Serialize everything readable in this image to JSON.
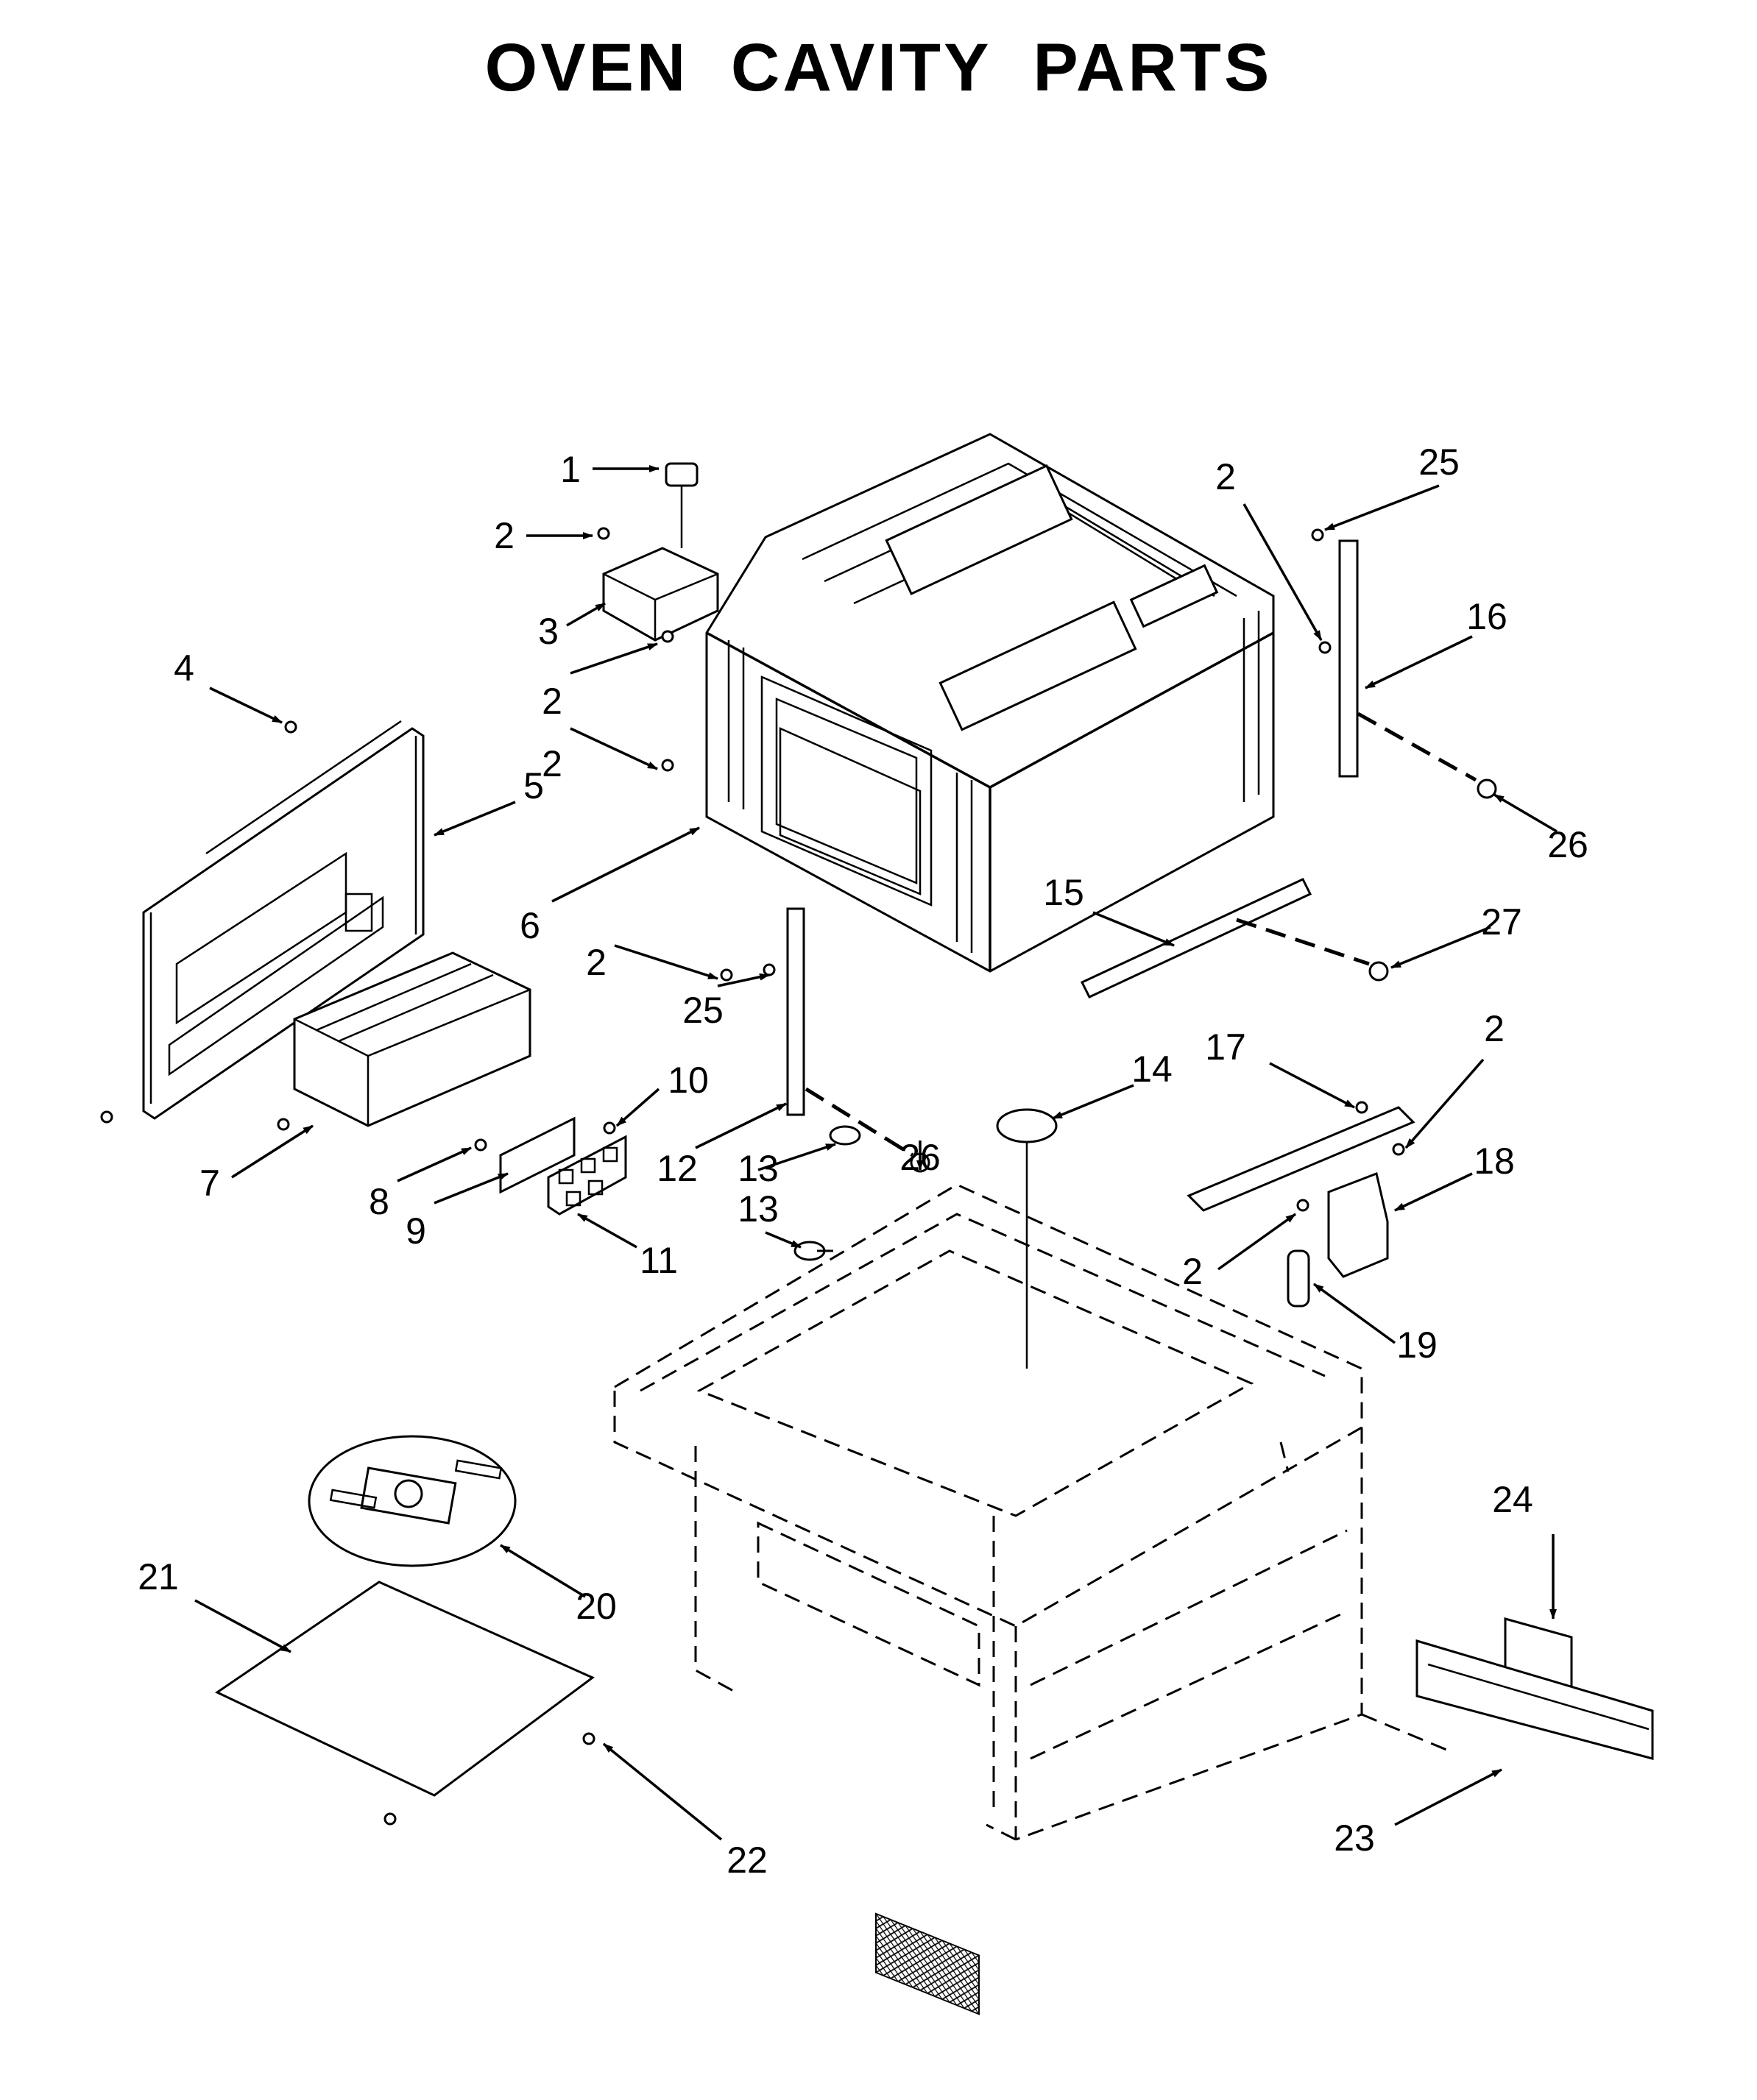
{
  "title": "OVEN CAVITY PARTS",
  "callouts": [
    {
      "label": "1",
      "part": "1"
    },
    {
      "label": "2",
      "part": "2"
    },
    {
      "label": "3",
      "part": "3"
    },
    {
      "label": "2",
      "part": "2"
    },
    {
      "label": "4",
      "part": "4"
    },
    {
      "label": "5",
      "part": "5"
    },
    {
      "label": "2",
      "part": "2"
    },
    {
      "label": "6",
      "part": "6"
    },
    {
      "label": "2",
      "part": "2"
    },
    {
      "label": "25",
      "part": "25"
    },
    {
      "label": "7",
      "part": "7"
    },
    {
      "label": "8",
      "part": "8"
    },
    {
      "label": "9",
      "part": "9"
    },
    {
      "label": "10",
      "part": "10"
    },
    {
      "label": "11",
      "part": "11"
    },
    {
      "label": "12",
      "part": "12"
    },
    {
      "label": "26",
      "part": "26"
    },
    {
      "label": "13",
      "part": "13"
    },
    {
      "label": "13",
      "part": "13"
    },
    {
      "label": "14",
      "part": "14"
    },
    {
      "label": "2",
      "part": "2"
    },
    {
      "label": "25",
      "part": "25"
    },
    {
      "label": "16",
      "part": "16"
    },
    {
      "label": "26",
      "part": "26"
    },
    {
      "label": "15",
      "part": "15"
    },
    {
      "label": "27",
      "part": "27"
    },
    {
      "label": "17",
      "part": "17"
    },
    {
      "label": "2",
      "part": "2"
    },
    {
      "label": "18",
      "part": "18"
    },
    {
      "label": "2",
      "part": "2"
    },
    {
      "label": "19",
      "part": "19"
    },
    {
      "label": "20",
      "part": "20"
    },
    {
      "label": "21",
      "part": "21"
    },
    {
      "label": "22",
      "part": "22"
    },
    {
      "label": "24",
      "part": "24"
    },
    {
      "label": "23",
      "part": "23"
    }
  ]
}
